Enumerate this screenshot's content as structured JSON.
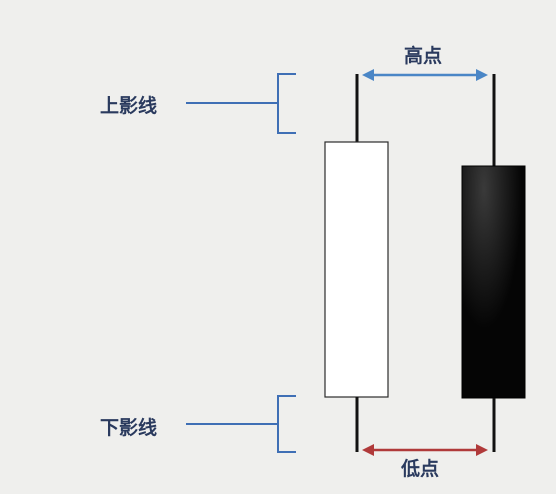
{
  "labels": {
    "upper_shadow": "上影线",
    "lower_shadow": "下影线",
    "high_point": "高点",
    "low_point": "低点"
  },
  "colors": {
    "background": "#efefed",
    "label_text": "#2a3a5e",
    "bracket": "#3f6fb5",
    "high_arrow": "#4a86c6",
    "low_arrow": "#b03a3a",
    "wick": "#111111",
    "bull_body_fill": "#ffffff",
    "bear_body_fill": "#0a0a0a"
  }
}
